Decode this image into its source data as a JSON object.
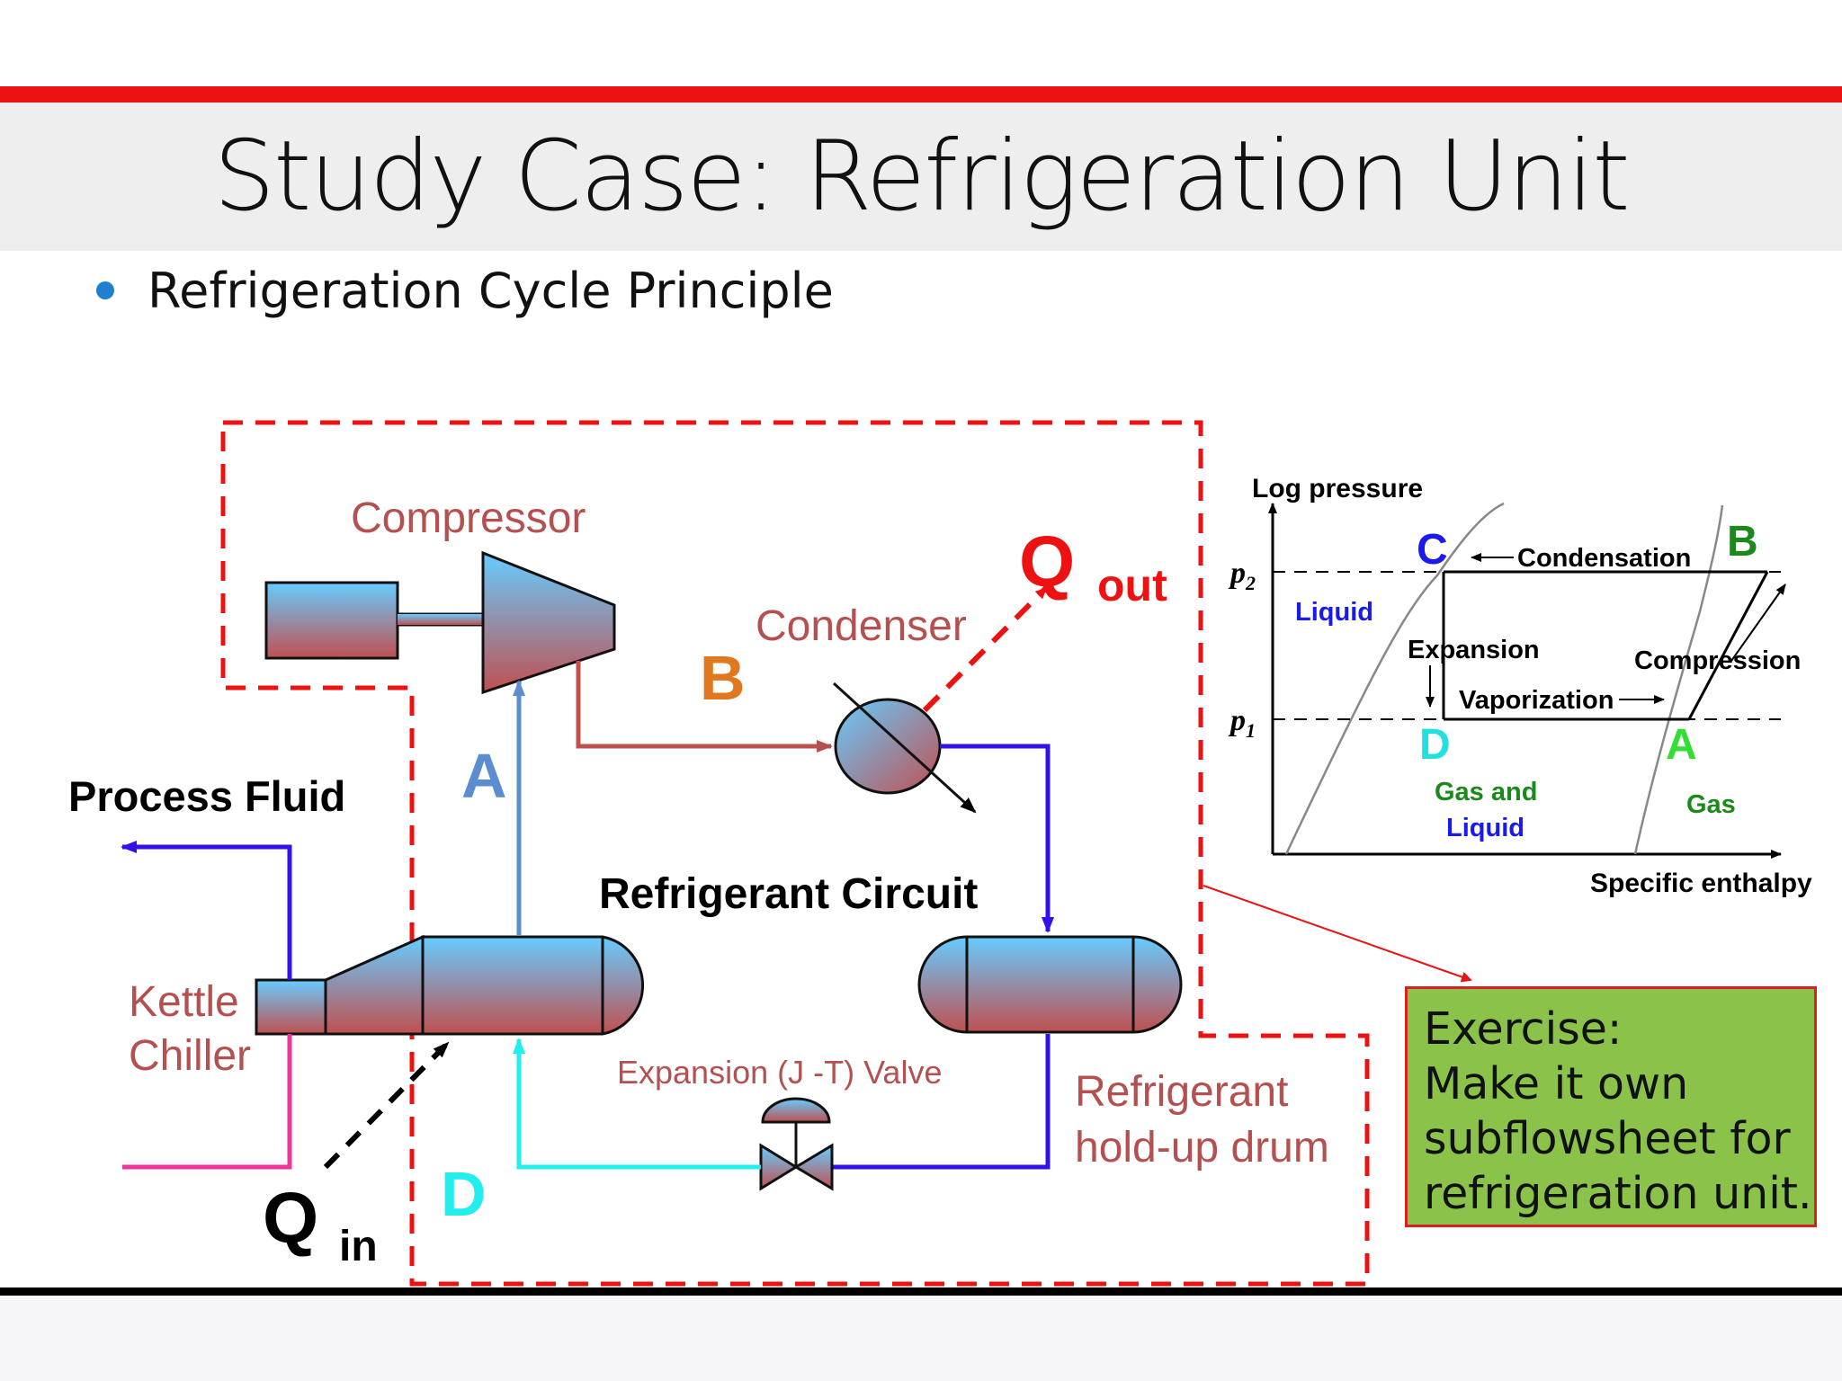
{
  "slide": {
    "title": "Study Case: Refrigeration Unit",
    "bullet": "Refrigeration Cycle Principle"
  },
  "colors": {
    "accent_red": "#ee1111",
    "bullet_blue": "#1f7fd0",
    "label_brown": "#b55050",
    "exercise_green": "#8bc34a",
    "stream_blue": "#3311ee",
    "stream_cyan": "#22eeee",
    "stream_pink": "#ee3399",
    "stream_red": "#c05050",
    "equipment_top": "#66ccff",
    "equipment_bottom": "#c05050"
  },
  "flowsheet": {
    "compressor": "Compressor",
    "condenser": "Condenser",
    "q_out_symbol": "Q",
    "q_out_suffix": "out",
    "q_in_symbol": "Q",
    "q_in_suffix": "in",
    "point_a": "A",
    "point_b": "B",
    "point_d": "D",
    "process_fluid": "Process Fluid",
    "circuit": "Refrigerant Circuit",
    "kettle_line1": "Kettle",
    "kettle_line2": "Chiller",
    "valve": "Expansion (J -T) Valve",
    "drum_line1": "Refrigerant",
    "drum_line2": "hold-up drum"
  },
  "ph_diagram": {
    "ylabel": "Log pressure",
    "xlabel": "Specific enthalpy",
    "p2": "p",
    "p2_sub": "2",
    "p1": "p",
    "p1_sub": "1",
    "point_c": "C",
    "point_b": "B",
    "point_d": "D",
    "point_a": "A",
    "condensation": "Condensation",
    "expansion": "Expansion",
    "vaporization": "Vaporization",
    "compression": "Compression",
    "liquid": "Liquid",
    "gas_and": "Gas and",
    "gas_and_liquid": "Liquid",
    "gas": "Gas"
  },
  "exercise": {
    "line1": "Exercise:",
    "line2": "Make it own",
    "line3": "subflowsheet for",
    "line4": "refrigeration unit."
  }
}
